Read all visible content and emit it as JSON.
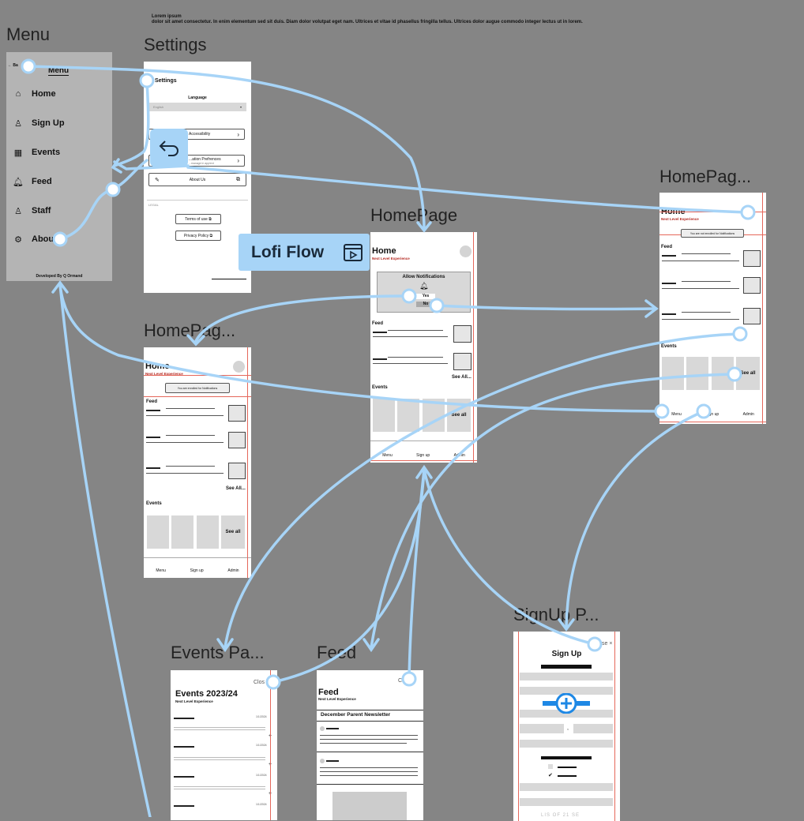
{
  "note": {
    "title": "Lorem ipsum",
    "body": "dolor sit amet consectetur. In enim elementum sed sit duis. Diam dolor volutpat eget nam. Ultrices et vitae id phasellus fringilla tellus. Ultrices dolor augue commodo integer lectus ut in lorem."
  },
  "frames": {
    "menu": "Menu",
    "settings": "Settings",
    "homepage_main": "HomePage",
    "homepage_right": "HomePag...",
    "homepage_left": "HomePag...",
    "events": "Events Pa...",
    "feed": "Feed",
    "signup": "SignUp P..."
  },
  "flow_label": "Lofi Flow",
  "menu": {
    "back": "← Ba",
    "title": "Menu",
    "items": [
      {
        "label": "Home",
        "icon": "home-icon",
        "glyph": "⌂"
      },
      {
        "label": "Sign Up",
        "icon": "user-icon",
        "glyph": "♙"
      },
      {
        "label": "Events",
        "icon": "calendar-icon",
        "glyph": "▦"
      },
      {
        "label": "Feed",
        "icon": "bell-icon",
        "glyph": "🔔︎"
      },
      {
        "label": "Staff",
        "icon": "staff-icon",
        "glyph": "♙"
      },
      {
        "label": "Abou",
        "icon": "gear-icon",
        "glyph": "⚙"
      }
    ],
    "footer": "Developed By Q Ormand"
  },
  "settings": {
    "title": "Settings",
    "language_label": "Language",
    "language_value": "English",
    "accessibility": "Accessibility",
    "notification_prefs": "...ation Prefrences",
    "notification_sub": "...manage in app/ext",
    "about_us": "About Us",
    "legal": "LEGAL",
    "terms": "Terms of use",
    "privacy": "Privacy Policy"
  },
  "home": {
    "title": "Home",
    "subtitle": "Next Level Experience",
    "allow_notifications": "Allow Notifications",
    "yes": "Yes",
    "no": "No",
    "feed": "Feed",
    "see_all_feed": "See All...",
    "events": "Events",
    "see_all_events": "See all",
    "enrolled": "You are enrolled for Notifications",
    "not_enrolled": "You are not enrolled for Notifications",
    "nav": [
      "Menu",
      "Sign up",
      "Admin"
    ]
  },
  "events_page": {
    "title": "Events 2023/24",
    "subtitle": "Next Level Experience",
    "close": "Clos",
    "dates": [
      "1/1/2024",
      "1/1/2024",
      "1/1/2024",
      "1/1/2024"
    ]
  },
  "feed_page": {
    "title": "Feed",
    "subtitle": "Next Level Experience",
    "close": "Clos",
    "newsletter": "December Parent Newsletter"
  },
  "signup_page": {
    "title": "Sign Up",
    "close": "se ×",
    "footer_input": "LIS OF 21 SE"
  },
  "colors": {
    "canvas": "#858585",
    "wire": "#a7d4f7",
    "accent_blue": "#1e88e5",
    "red_guide": "#e5675b",
    "subtitle_red": "#b3261e"
  }
}
